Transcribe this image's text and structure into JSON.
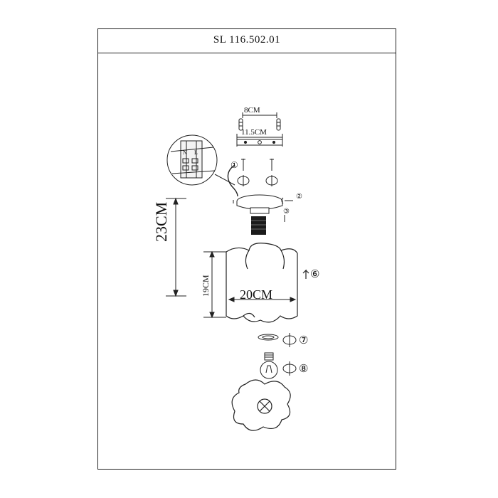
{
  "title": "SL 116.502.01",
  "dimensions": {
    "bracket_hole_spacing": "8CM",
    "bracket_width": "11.5CM",
    "total_height": "23CM",
    "shade_height": "19CM",
    "shade_width": "20CM"
  },
  "steps": {
    "s1": "①",
    "s2": "②",
    "s3": "③",
    "s6": "⑥",
    "s7": "⑦",
    "s8": "⑧"
  },
  "terminal": {
    "n_label": "N",
    "l_label": "L"
  }
}
